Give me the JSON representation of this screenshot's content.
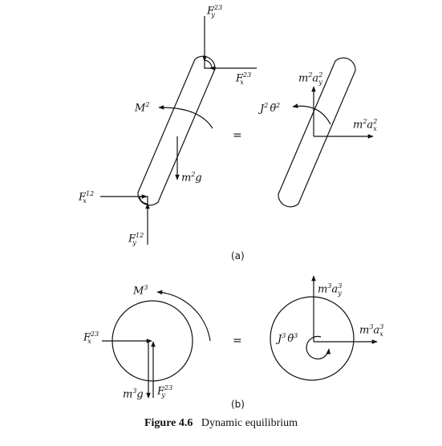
{
  "caption": {
    "number": "Figure 4.6",
    "text": "Dynamic equilibrium"
  },
  "parts": {
    "a": "(a)",
    "b": "(b)"
  },
  "equals": "=",
  "part_a": {
    "free_body": {
      "fy23": {
        "base": "F",
        "sup": "23",
        "sub": "y"
      },
      "fx23": {
        "base": "F",
        "sup": "23",
        "sub": "x"
      },
      "m2": {
        "base": "M",
        "sup": "2"
      },
      "m2g": {
        "base": "m",
        "sup": "2",
        "tail": "g"
      },
      "fx12": {
        "base": "F",
        "sup": "12",
        "sub": "x"
      },
      "fy12": {
        "base": "F",
        "sup": "12",
        "sub": "y"
      }
    },
    "kinetic": {
      "m2ay": {
        "base": "m",
        "sup1": "2",
        "mid": "a",
        "sup2": "2",
        "sub": "y"
      },
      "m2ax": {
        "base": "m",
        "sup1": "2",
        "mid": "a",
        "sup2": "2",
        "sub": "x"
      },
      "j2": {
        "base": "J",
        "sup1": "2",
        "mid": "θ̈",
        "sup2": "2"
      }
    }
  },
  "part_b": {
    "free_body": {
      "m3": {
        "base": "M",
        "sup": "3"
      },
      "fx23": {
        "base": "F",
        "sup": "23",
        "sub": "x"
      },
      "m3g": {
        "base": "m",
        "sup": "3",
        "tail": "g"
      },
      "fy23": {
        "base": "F",
        "sup": "23",
        "sub": "y"
      }
    },
    "kinetic": {
      "m3ay": {
        "base": "m",
        "sup1": "3",
        "mid": "a",
        "sup2": "3",
        "sub": "y"
      },
      "m3ax": {
        "base": "m",
        "sup1": "3",
        "mid": "a",
        "sup2": "3",
        "sub": "x"
      },
      "j3": {
        "base": "J",
        "sup1": "3",
        "mid": "θ̈",
        "sup2": "3"
      }
    }
  }
}
